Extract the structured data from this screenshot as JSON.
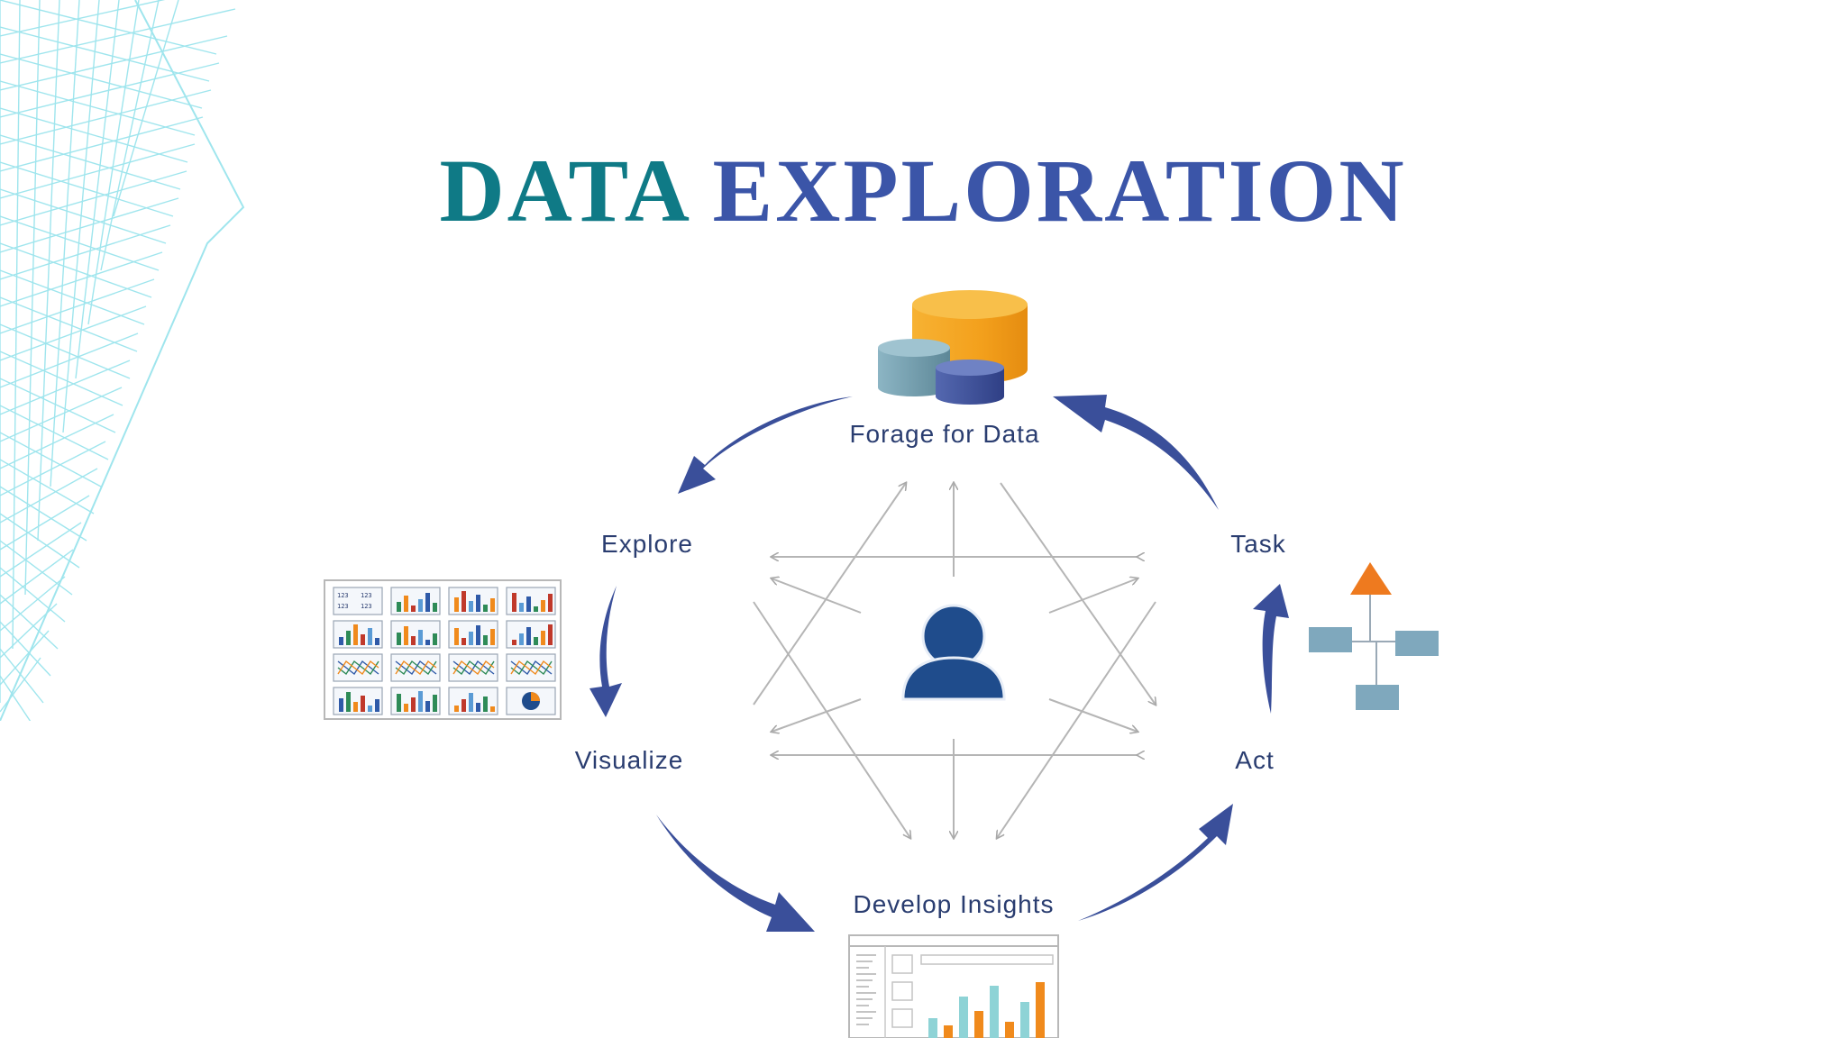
{
  "slide": {
    "title_word_1": "DATA",
    "title_word_2": "EXPLORATION"
  },
  "cycle": {
    "stages": [
      {
        "id": "forage",
        "label": "Forage for Data"
      },
      {
        "id": "explore",
        "label": "Explore"
      },
      {
        "id": "visualize",
        "label": "Visualize"
      },
      {
        "id": "develop",
        "label": "Develop Insights"
      },
      {
        "id": "act",
        "label": "Act"
      },
      {
        "id": "task",
        "label": "Task"
      }
    ],
    "center": "user-icon"
  },
  "thumbnail_text": "123",
  "colors": {
    "title_teal": "#0f7a86",
    "title_blue": "#3b55a8",
    "arrow_blue": "#3a4f9a",
    "label_text": "#2a3d70",
    "user_icon": "#1f4c8c",
    "db_orange": "#f3a01c",
    "db_teal": "#6f9aaa",
    "db_blue": "#3b4f9b",
    "triangle_orange": "#ee7a1f",
    "flow_box": "#7fa8bd",
    "bar_orange": "#f08a1c",
    "bar_teal": "#8ed3d6"
  }
}
